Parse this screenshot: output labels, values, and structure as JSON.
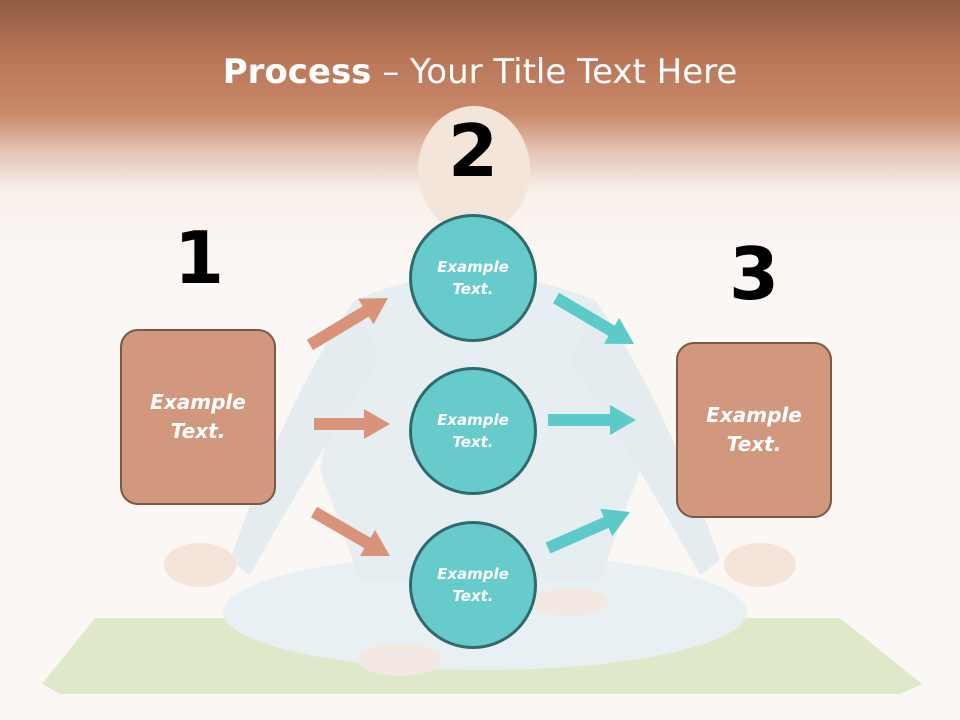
{
  "title": {
    "bold": "Process",
    "rest": " – Your Title Text Here"
  },
  "numbers": [
    "1",
    "2",
    "3"
  ],
  "boxes": {
    "left": "Example\nText.",
    "right": "Example\nText."
  },
  "circles": [
    "Example\nText.",
    "Example\nText.",
    "Example\nText."
  ],
  "colors": {
    "box_fill": "#d2987e",
    "box_border": "#7a5848",
    "circle_fill": "#67cbcb",
    "circle_border": "#2f6a6e",
    "arrow_brown": "#d9937a",
    "arrow_teal": "#5ccac8",
    "header_band": "#b87557"
  }
}
